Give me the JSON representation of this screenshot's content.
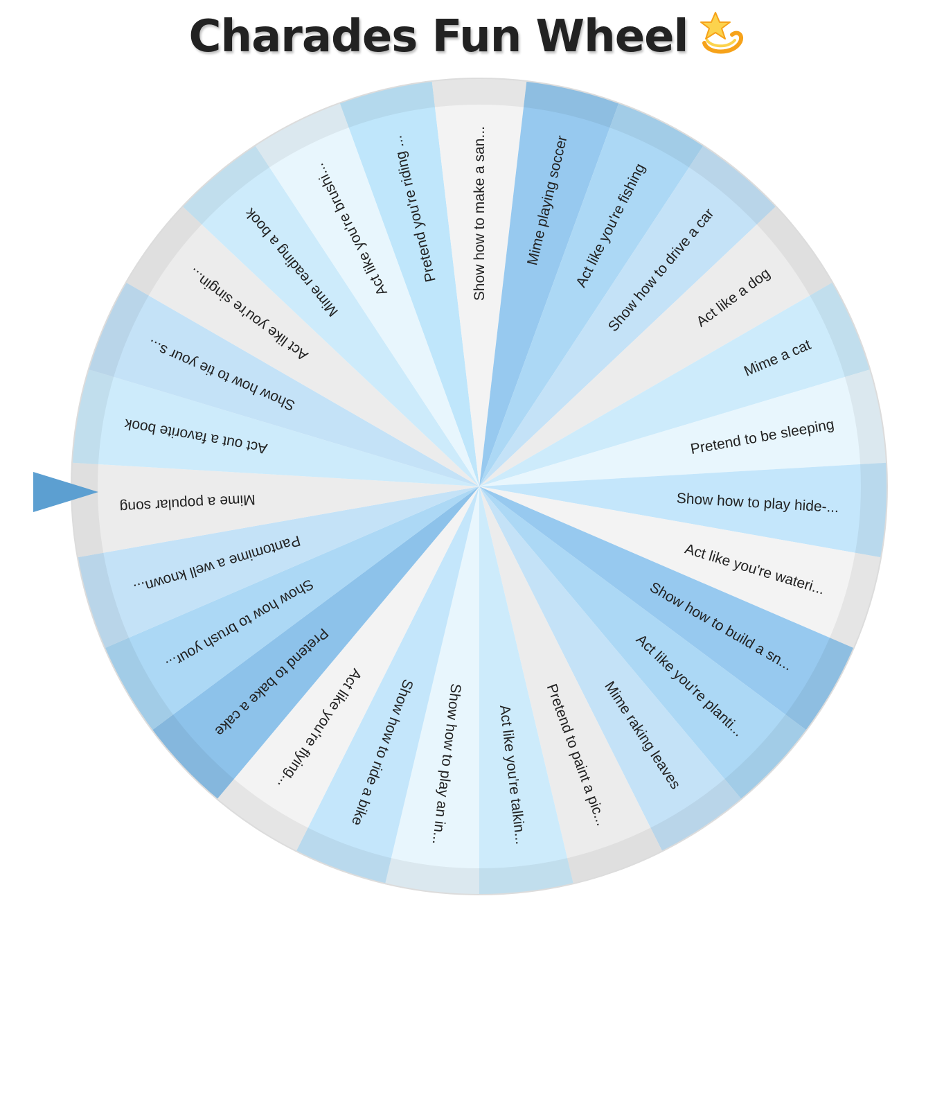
{
  "title": "Charades Fun Wheel",
  "title_emoji_icon": "dizzy-star-icon",
  "pointer_icon": "pointer-triangle-icon",
  "colors": {
    "pointer": "#5c9fd1",
    "rim": "#e2e2e2",
    "title": "#222222"
  },
  "segments": [
    {
      "label": "Pretend you're riding ...",
      "color": "#bfe6fb"
    },
    {
      "label": "Show how to make a san...",
      "color": "#f3f3f3"
    },
    {
      "label": "Mime playing soccer",
      "color": "#97c9ef"
    },
    {
      "label": "Act like you're fishing",
      "color": "#acd8f5"
    },
    {
      "label": "Show how to drive a car",
      "color": "#c4e2f7"
    },
    {
      "label": "Act like a dog",
      "color": "#ececec"
    },
    {
      "label": "Mime a cat",
      "color": "#cdebfb"
    },
    {
      "label": "Pretend to be sleeping",
      "color": "#e8f6fd"
    },
    {
      "label": "Show how to play hide-...",
      "color": "#c4e6fb"
    },
    {
      "label": "Act like you're wateri...",
      "color": "#f3f3f3"
    },
    {
      "label": "Show how to build a sn...",
      "color": "#97c9ef"
    },
    {
      "label": "Act like you're planti...",
      "color": "#acd8f5"
    },
    {
      "label": "Mime raking leaves",
      "color": "#c4e2f7"
    },
    {
      "label": "Pretend to paint a pic...",
      "color": "#ececec"
    },
    {
      "label": "Act like you're talkin...",
      "color": "#cdebfb"
    },
    {
      "label": "Show how to play an in...",
      "color": "#e8f6fd"
    },
    {
      "label": "Show how to ride a bike",
      "color": "#c4e6fb"
    },
    {
      "label": "Act like you're flying...",
      "color": "#f3f3f3"
    },
    {
      "label": "Pretend to bake a cake",
      "color": "#8dc2ea"
    },
    {
      "label": "Show how to brush your...",
      "color": "#acd8f5"
    },
    {
      "label": "Pantomime a well known...",
      "color": "#c4e2f7"
    },
    {
      "label": "Mime a popular song",
      "color": "#ececec"
    },
    {
      "label": "Act out a favorite book",
      "color": "#cdebfb"
    },
    {
      "label": "Show how to tie your s...",
      "color": "#c4e2f7"
    },
    {
      "label": "Act like you're singin...",
      "color": "#ececec"
    },
    {
      "label": "Mime reading a book",
      "color": "#cdebfb"
    },
    {
      "label": "Act like you're brushi...",
      "color": "#e8f6fd"
    }
  ]
}
